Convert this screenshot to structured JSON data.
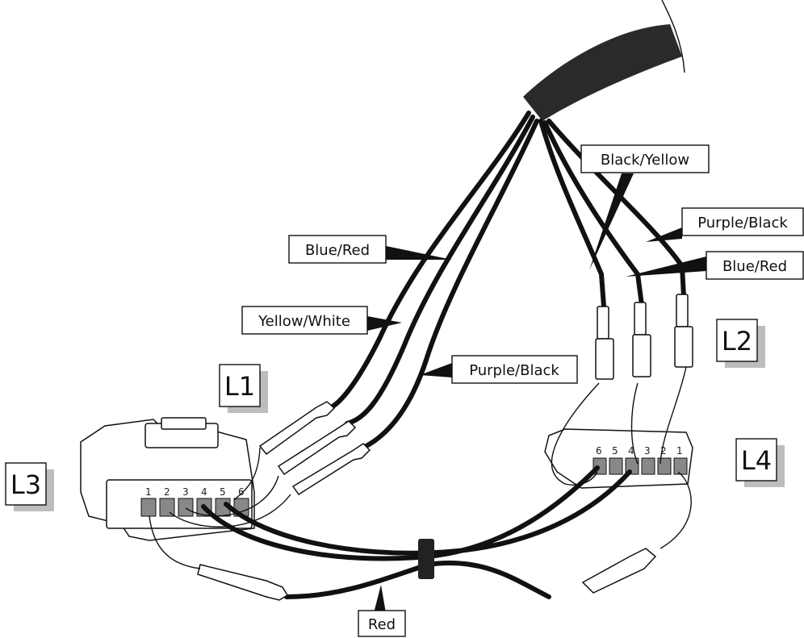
{
  "wire_labels": {
    "blue_red_left": "Blue/Red",
    "yellow_white": "Yellow/White",
    "purple_black_left": "Purple/Black",
    "black_yellow": "Black/Yellow",
    "purple_black_right": "Purple/Black",
    "blue_red_right": "Blue/Red",
    "red": "Red"
  },
  "connector_labels": {
    "l1": "L1",
    "l2": "L2",
    "l3": "L3",
    "l4": "L4"
  },
  "pins_l3": [
    "1",
    "2",
    "3",
    "4",
    "5",
    "6"
  ],
  "pins_l4": [
    "6",
    "5",
    "4",
    "3",
    "2",
    "1"
  ]
}
